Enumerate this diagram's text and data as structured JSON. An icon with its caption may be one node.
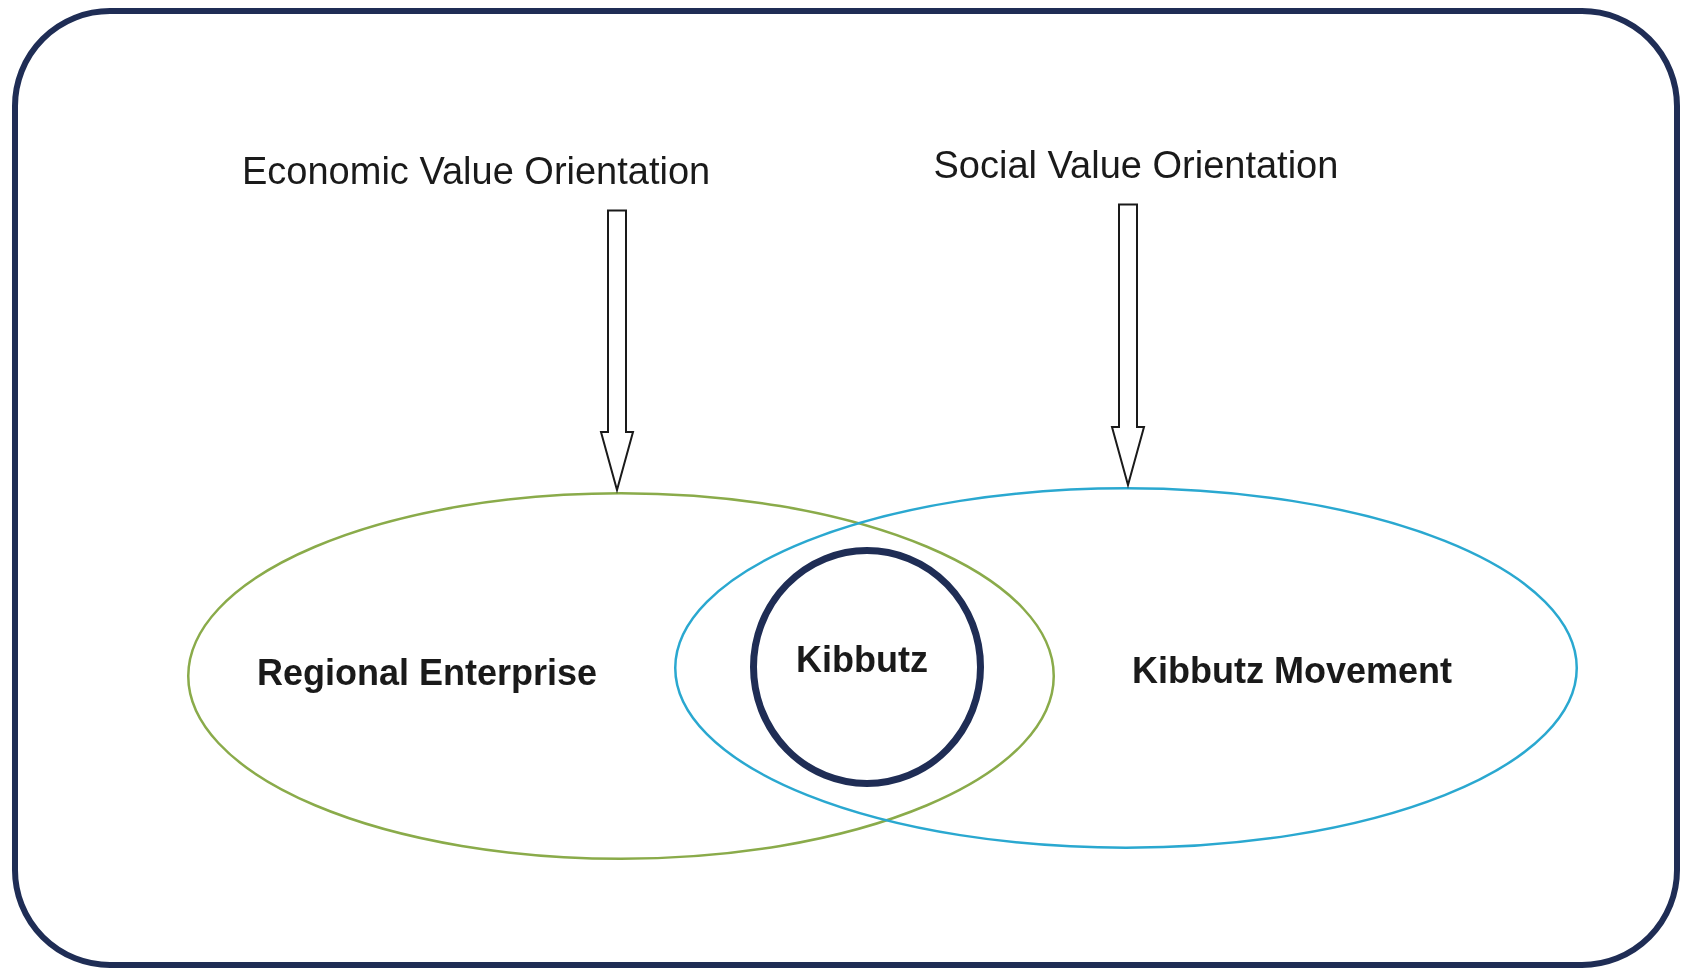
{
  "diagram": {
    "nodes": [
      {
        "text": [
          "Economic Value Orientation"
        ]
      },
      {
        "text": [
          "Social Value Orientation"
        ]
      },
      {
        "text": [
          "Regional Enterprise"
        ]
      },
      {
        "text": [
          "Kibbutz Movement"
        ]
      },
      {
        "text": [
          "Kibbutz"
        ]
      }
    ],
    "edges": [
      {
        "from": 0,
        "to": 2,
        "arrow": "to"
      },
      {
        "from": 1,
        "to": 3,
        "arrow": "to"
      }
    ]
  }
}
